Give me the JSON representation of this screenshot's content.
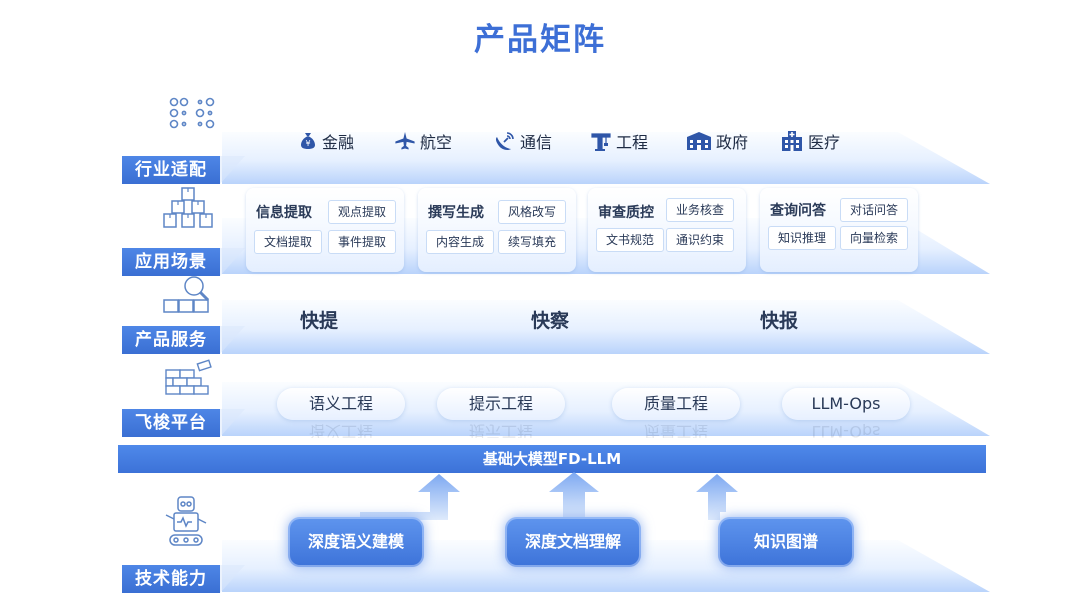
{
  "title": "产品矩阵",
  "layers": {
    "industry": "行业适配",
    "scenario": "应用场景",
    "service": "产品服务",
    "platform": "飞梭平台",
    "tech": "技术能力"
  },
  "industries": [
    {
      "label": "金融",
      "icon": "money-bag-icon"
    },
    {
      "label": "航空",
      "icon": "airplane-icon"
    },
    {
      "label": "通信",
      "icon": "satellite-dish-icon"
    },
    {
      "label": "工程",
      "icon": "crane-icon"
    },
    {
      "label": "政府",
      "icon": "government-building-icon"
    },
    {
      "label": "医疗",
      "icon": "hospital-icon"
    }
  ],
  "scenarios": [
    {
      "title": "信息提取",
      "chips": [
        "观点提取",
        "文档提取",
        "事件提取"
      ]
    },
    {
      "title": "撰写生成",
      "chips": [
        "风格改写",
        "内容生成",
        "续写填充"
      ]
    },
    {
      "title": "审查质控",
      "chips": [
        "业务核查",
        "文书规范",
        "通识约束"
      ]
    },
    {
      "title": "查询问答",
      "chips": [
        "对话问答",
        "知识推理",
        "向量检索"
      ]
    }
  ],
  "services": [
    "快提",
    "快察",
    "快报"
  ],
  "platform_items": [
    "语义工程",
    "提示工程",
    "质量工程",
    "LLM-Ops"
  ],
  "base_model": "基础大模型FD-LLM",
  "tech_items": [
    "深度语义建模",
    "深度文档理解",
    "知识图谱"
  ],
  "colors": {
    "accent": "#3d6fd6",
    "label_bg": "#3a6fd3",
    "text": "#2a3a58"
  }
}
